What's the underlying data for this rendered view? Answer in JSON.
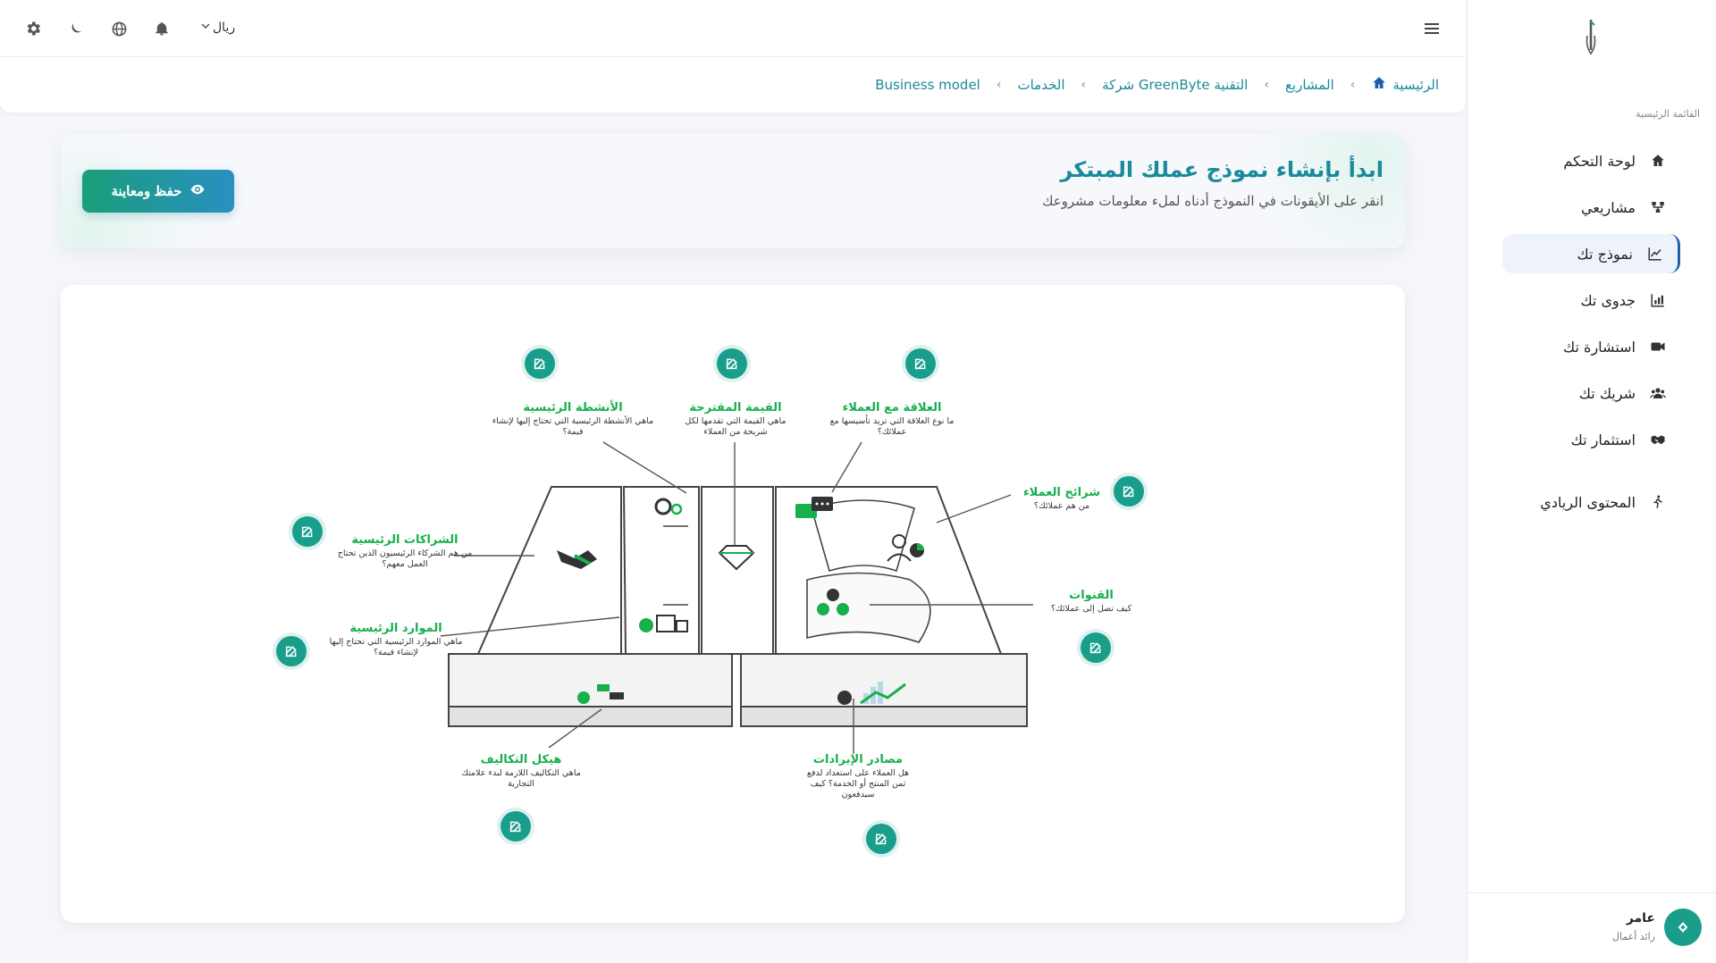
{
  "topbar": {
    "currency": "ريال",
    "icons": [
      "gear-icon",
      "moon-icon",
      "globe-icon",
      "bell-icon",
      "hamburger-icon"
    ]
  },
  "breadcrumb": {
    "items": [
      "الرئيسية",
      "المشاريع",
      "شركة GreenByte التقنية",
      "الخدمات",
      "Business model"
    ]
  },
  "sidebar": {
    "menu_title": "القائمة الرئيسية",
    "items": [
      {
        "label": "لوحة التحكم",
        "icon": "home-icon"
      },
      {
        "label": "مشاريعي",
        "icon": "projects-icon"
      },
      {
        "label": "نموذج تك",
        "icon": "chart-line-icon",
        "active": true
      },
      {
        "label": "جدوى تك",
        "icon": "bar-chart-icon"
      },
      {
        "label": "استشارة تك",
        "icon": "video-icon"
      },
      {
        "label": "شريك تك",
        "icon": "users-icon"
      },
      {
        "label": "استثمار تك",
        "icon": "handshake-icon"
      }
    ],
    "extra_item": {
      "label": "المحتوى الريادي",
      "icon": "person-walking-icon"
    },
    "user": {
      "name": "عامر",
      "role": "رائد أعمال"
    }
  },
  "hero": {
    "title": "ابدأ بإنشاء نموذج عملك المبتكر",
    "subtitle": "انقر على الأيقونات في النموذج أدناه لملء معلومات مشروعك",
    "save_button": "حفظ ومعاينة"
  },
  "canvas": {
    "colors": {
      "accent": "#1a9e8c",
      "green": "#17b04c",
      "brand": "#1a8a9b"
    },
    "blocks": {
      "key_activities": {
        "title": "الأنشطة الرئيسية",
        "question": "ماهي الأنشطة الرئيسية التي تحتاج إليها لإنشاء قيمة؟"
      },
      "value_proposition": {
        "title": "القيمة المقترحة",
        "question": "ماهي القيمة التي تقدمها لكل شريحة من العملاء"
      },
      "customer_relationships": {
        "title": "العلاقة مع العملاء",
        "question": "ما نوع العلاقة التي تريد تأسيسها مع عملائك؟"
      },
      "customer_segments": {
        "title": "شرائح العملاء",
        "question": "من هم عملائك؟"
      },
      "key_partners": {
        "title": "الشراكات الرئيسية",
        "question": "من هم الشركاء الرئيسيون الذين تحتاج العمل معهم؟"
      },
      "key_resources": {
        "title": "الموارد الرئيسية",
        "question": "ماهي الموارد الرئيسية التي تحتاج إليها لإنشاء قيمة؟"
      },
      "channels": {
        "title": "القنوات",
        "question": "كيف تصل إلى عملائك؟"
      },
      "cost_structure": {
        "title": "هيكل التكاليف",
        "question": "ماهي التكاليف اللازمة لبدء علامتك التجارية"
      },
      "revenue_streams": {
        "title": "مصادر الإيرادات",
        "question": "هل العملاء على استعداد لدفع ثمن المنتج أو الخدمة؟ كيف سيدفعون"
      }
    }
  }
}
